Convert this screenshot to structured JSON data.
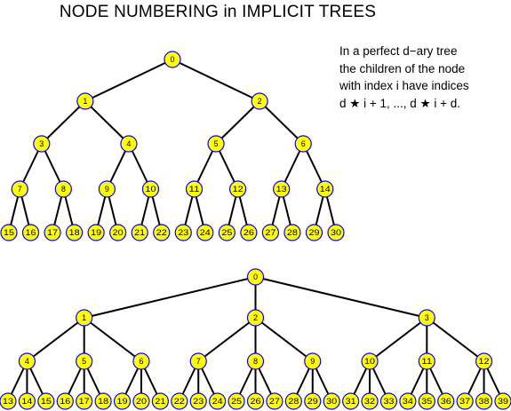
{
  "title": "NODE NUMBERING in IMPLICIT TREES",
  "note_lines": [
    "In a perfect d−ary tree",
    "the children of the node",
    "with index i have indices",
    "d ★ i + 1, ..., d ★ i + d."
  ],
  "colors": {
    "node_fill": "#ffff00",
    "node_stroke": "#0000ff",
    "edge": "#000000"
  },
  "trees": [
    {
      "name": "binary-tree",
      "arity": 2,
      "depth": 4,
      "node_count": 31,
      "labels": "0 to 30"
    },
    {
      "name": "ternary-tree",
      "arity": 3,
      "depth": 3,
      "node_count": 40,
      "labels": "0 to 39"
    }
  ]
}
